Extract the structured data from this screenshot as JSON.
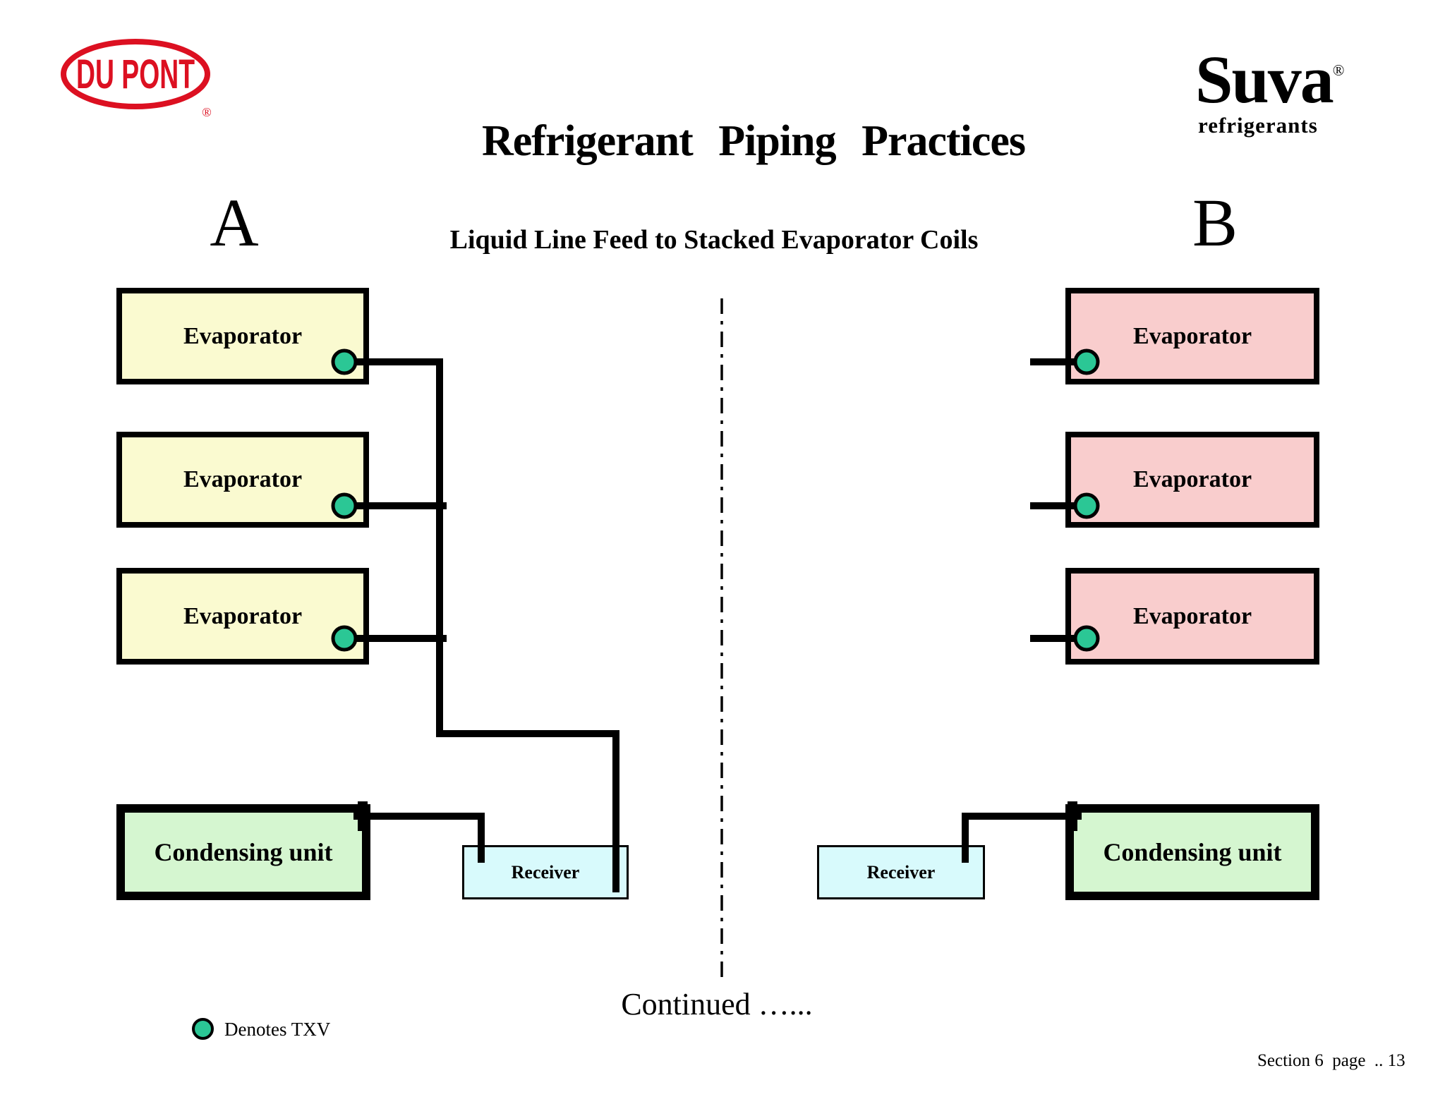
{
  "colors": {
    "evap_a": "#FAFAD0",
    "evap_b": "#F9CDCD",
    "cond": "#D5F6D0",
    "recv": "#D8FAFC",
    "txv": "#2BC795",
    "dupont": "#DC1021",
    "ink": "#000000"
  },
  "header": {
    "dupont": {
      "wordmark": "DU PONT",
      "registered": "®"
    },
    "suva": {
      "wordmark": "Suva",
      "registered": "®",
      "tagline": "refrigerants"
    },
    "title": "Refrigerant Piping Practices",
    "subtitle": "Liquid Line Feed to Stacked Evaporator Coils",
    "section_a": "A",
    "section_b": "B"
  },
  "diagram": {
    "side_a": {
      "evaporators": [
        "Evaporator",
        "Evaporator",
        "Evaporator"
      ],
      "condensing_unit": "Condensing unit",
      "receiver": "Receiver"
    },
    "side_b": {
      "evaporators": [
        "Evaporator",
        "Evaporator",
        "Evaporator"
      ],
      "condensing_unit": "Condensing unit",
      "receiver": "Receiver"
    }
  },
  "legend": {
    "label": "Denotes TXV"
  },
  "footer": {
    "continued": "Continued …...",
    "page_ref": "Section 6  page  .. 13"
  }
}
